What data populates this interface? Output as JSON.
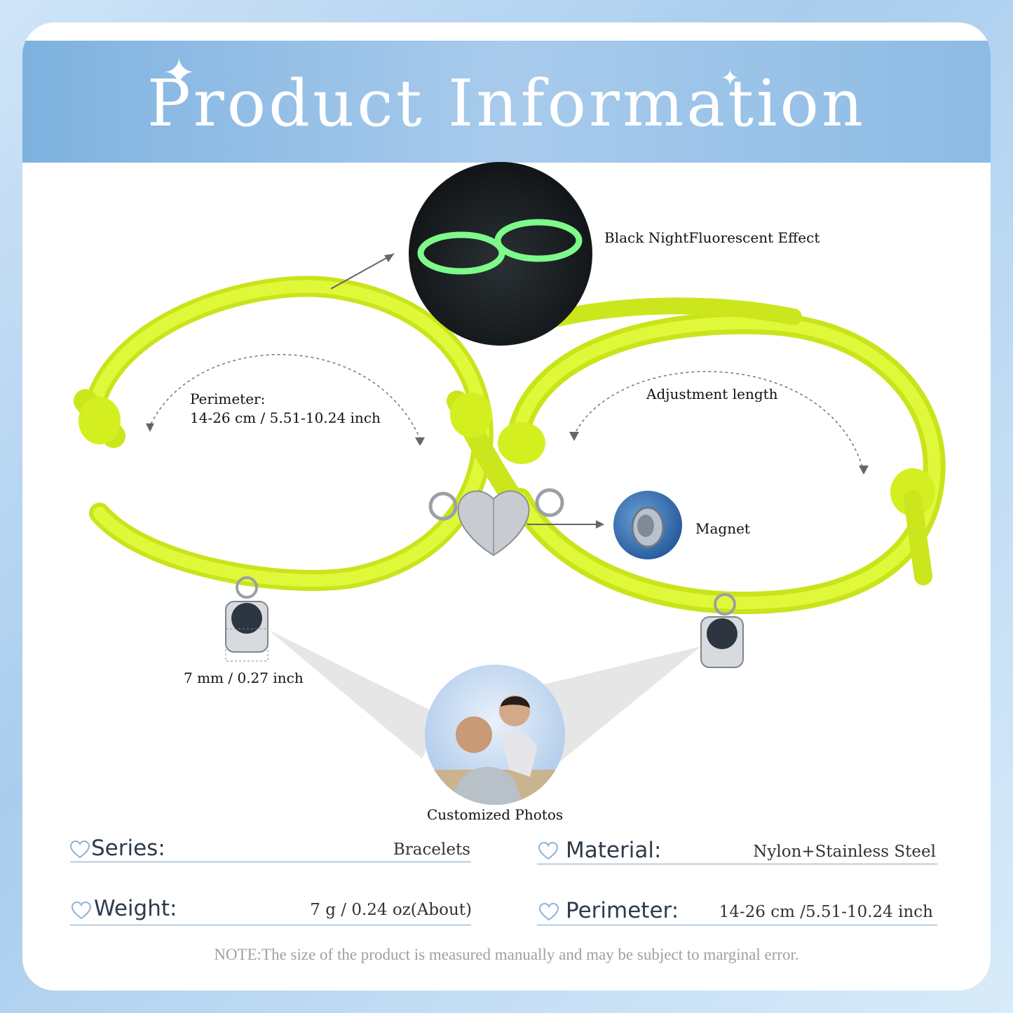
{
  "header": {
    "title": "Product Information"
  },
  "callouts": {
    "night_effect": "Black NightFluorescent Effect",
    "perimeter_title": "Perimeter:",
    "perimeter_value": "14-26 cm / 5.51-10.24 inch",
    "adjustment": "Adjustment length",
    "magnet": "Magnet",
    "bead_size": "7 mm / 0.27 inch",
    "photos": "Customized Photos"
  },
  "specs": {
    "series": {
      "key": "Series:",
      "value": "Bracelets"
    },
    "material": {
      "key": "Material:",
      "value": "Nylon+Stainless Steel"
    },
    "weight": {
      "key": "Weight:",
      "value": "7 g / 0.24 oz(About)"
    },
    "perimeter": {
      "key": "Perimeter:",
      "value": "14-26 cm /5.51-10.24 inch"
    }
  },
  "note": "NOTE:The size of the product is measured manually and may be subject to marginal error.",
  "icons": [
    "sparkle-icon",
    "heart-outline-icon"
  ],
  "colors": {
    "cord": "#d6f41e",
    "banner": "#8dbbe4",
    "glow": "#7dfa8a"
  }
}
